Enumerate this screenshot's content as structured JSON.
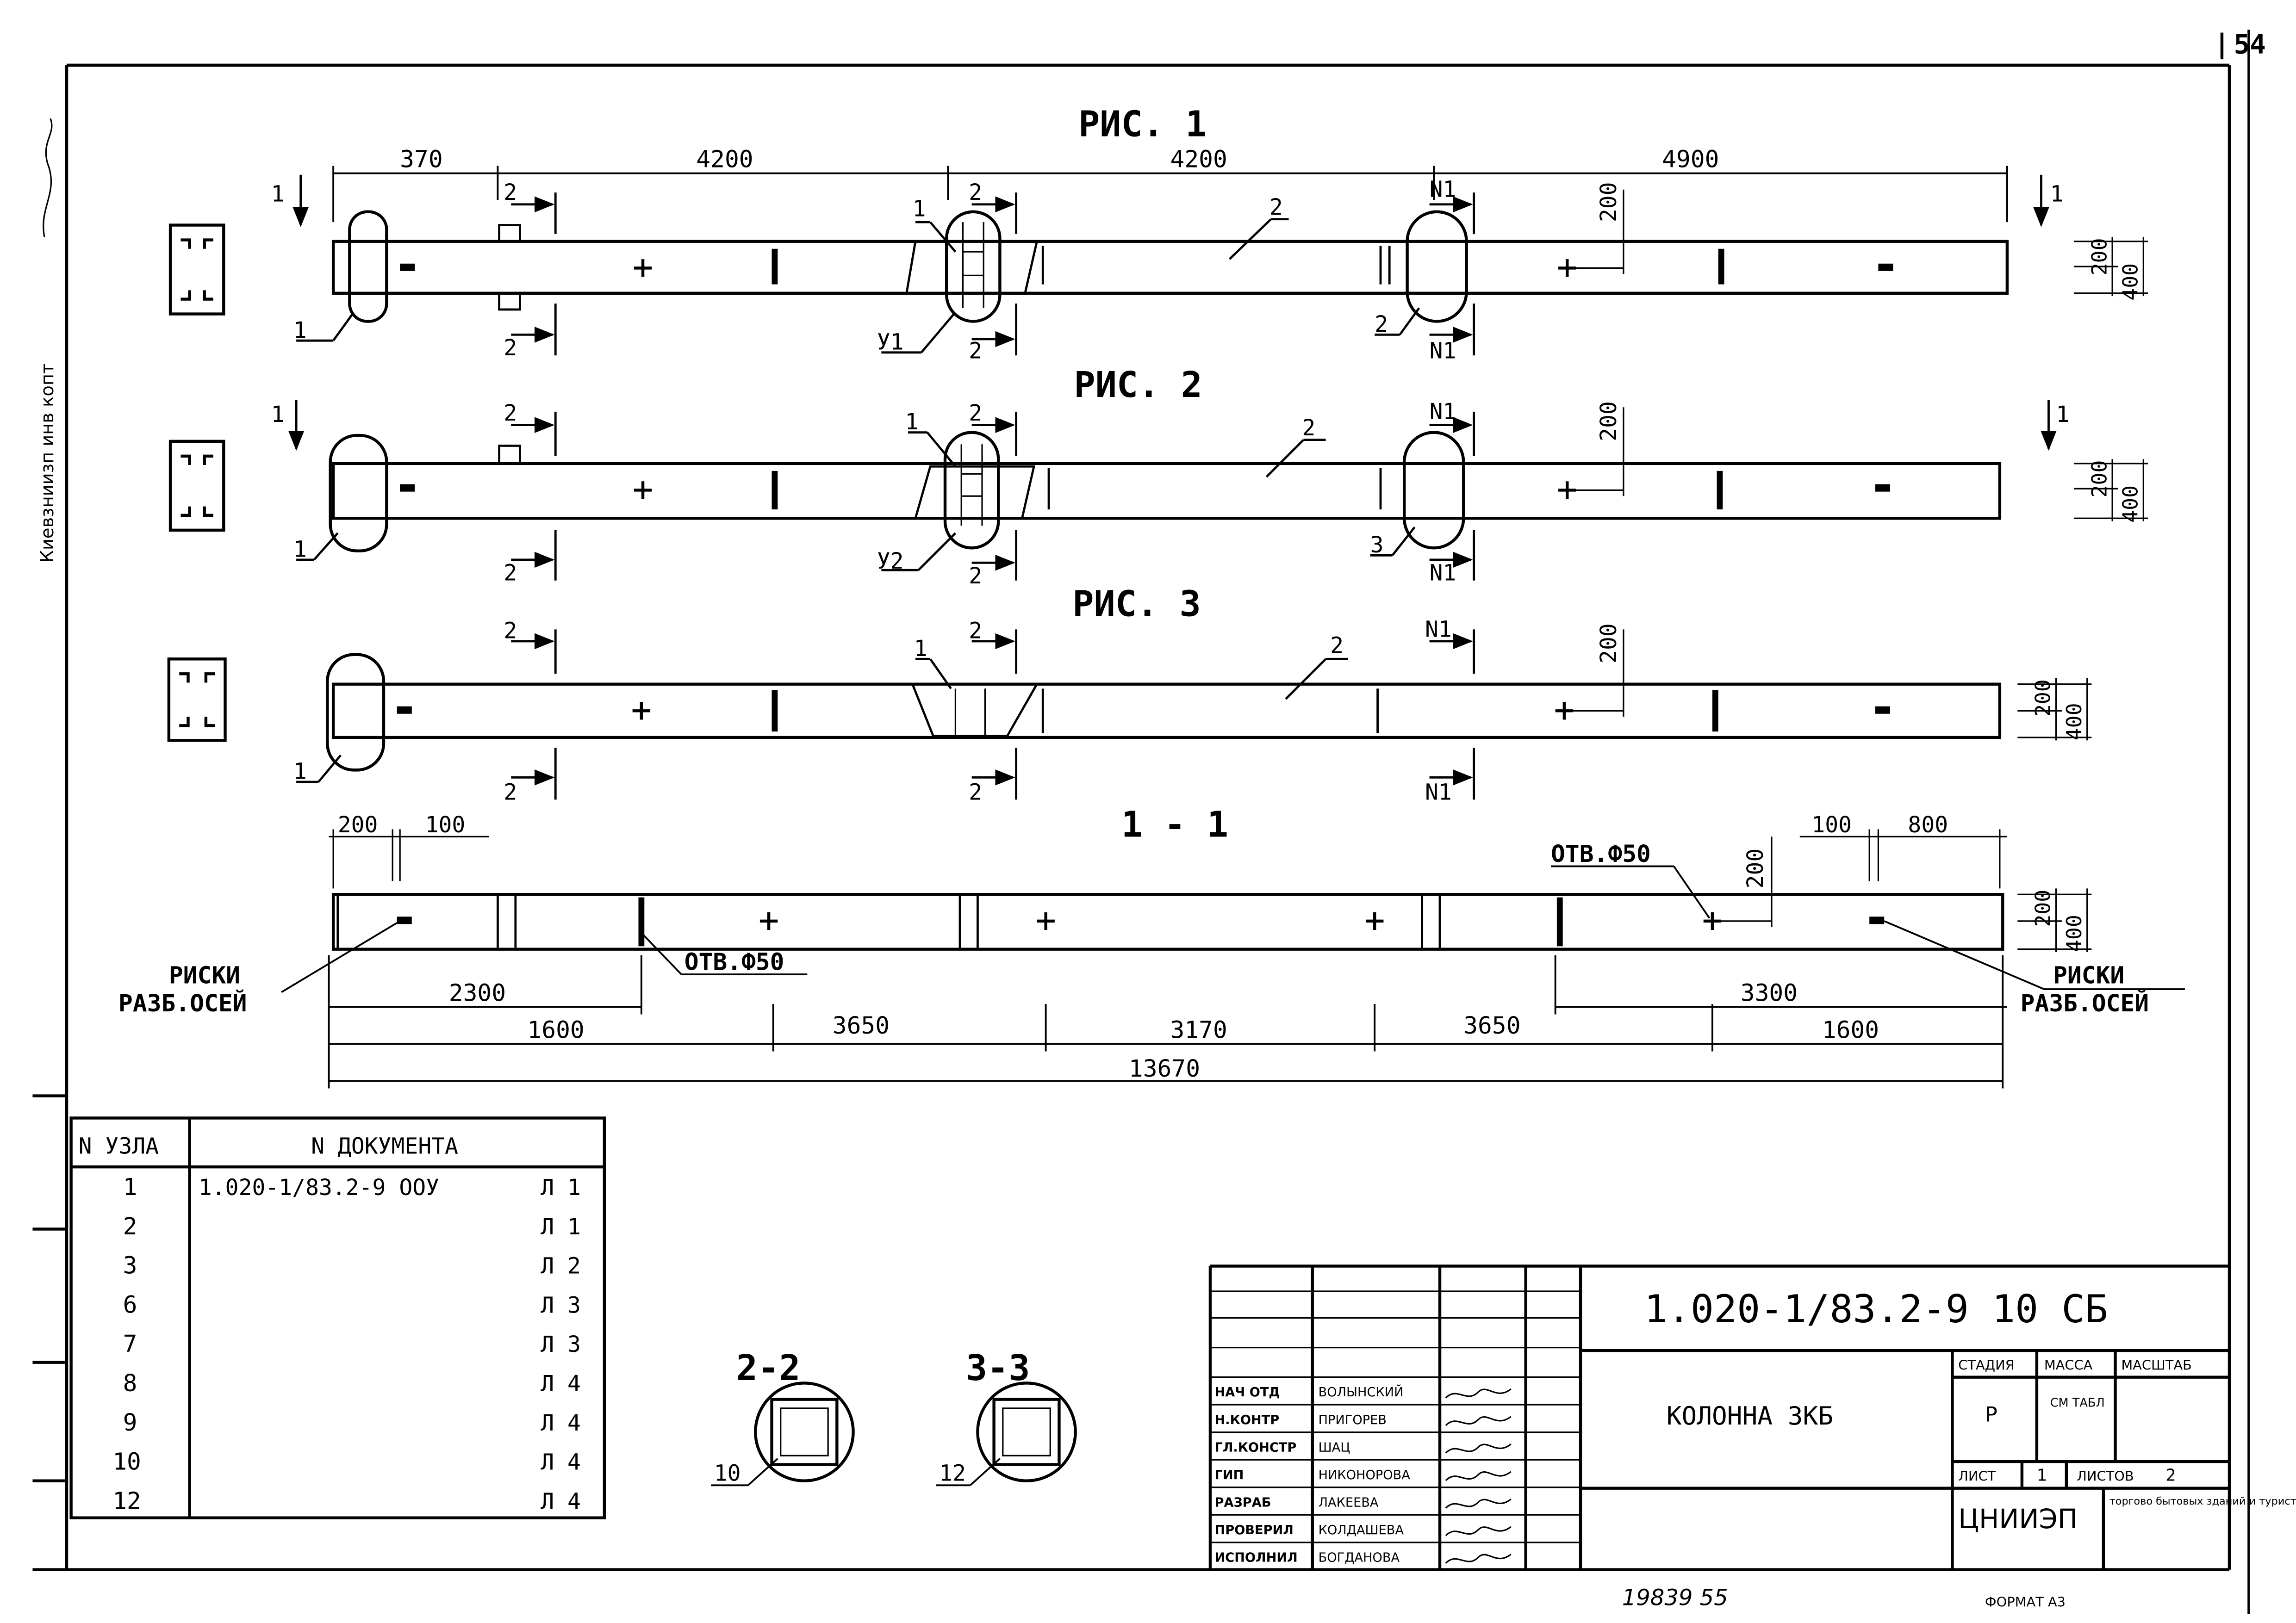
{
  "sheet": {
    "page_number": "54",
    "left_strip": "Киевзниизп  инв копт",
    "code": "1.020-1/83.2-9 10 СБ",
    "name": "КОЛОННА 3КБ",
    "stage_header": "СТАДИЯ",
    "mass_header": "МАССА",
    "scale_header": "МАСШТАБ",
    "stage": "Р",
    "mass": "СМ ТАБЛ",
    "sheet_label": "ЛИСТ",
    "sheet_no": "1",
    "sheets_label": "ЛИСТОВ",
    "sheets_total": "2",
    "org": "ЦНИИЭП",
    "org_desc": "торгово бытовых зданий и туристских комплексов",
    "format": "ФОРМАТ А3",
    "inventory": "19839 55"
  },
  "signatures": [
    {
      "role": "НАЧ ОТД",
      "name": "ВОЛЫНСКИЙ"
    },
    {
      "role": "Н.КОНТР",
      "name": "ПРИГОРЕВ"
    },
    {
      "role": "ГЛ.КОНСТР",
      "name": "ШАЦ"
    },
    {
      "role": "ГИП",
      "name": "НИКОНОРОВА"
    },
    {
      "role": "РАЗРАБ",
      "name": "ЛАКЕЕВА"
    },
    {
      "role": "ПРОВЕРИЛ",
      "name": "КОЛДАШЕВА"
    },
    {
      "role": "ИСПОЛНИЛ",
      "name": "БОГДАНОВА"
    }
  ],
  "figures": {
    "fig1": "РИС. 1",
    "fig2": "РИС. 2",
    "fig3": "РИС. 3",
    "section11": "1 - 1",
    "section22": "2-2",
    "section33": "3-3"
  },
  "dims": {
    "top": [
      "370",
      "4200",
      "4200",
      "4900"
    ],
    "v200": "200",
    "v400": "400",
    "s11_left": [
      "200",
      "100"
    ],
    "s11_right": [
      "100",
      "800"
    ],
    "d2300": "2300",
    "d3300": "3300",
    "bottom": [
      "1600",
      "3650",
      "3170",
      "3650",
      "1600"
    ],
    "total": "13670"
  },
  "labels": {
    "hole_left": "ОТВ.Ф50",
    "hole_right": "ОТВ.Ф50",
    "marks": "РИСКИ",
    "axes": "РАЗБ.ОСЕЙ",
    "u1": "У1",
    "u2": "У2",
    "n1": "N1",
    "n10": "10",
    "n12": "12",
    "one": "1",
    "two": "2",
    "three": "3"
  },
  "node_table": {
    "header_node": "N УЗЛА",
    "header_doc": "N ДОКУМЕНТА",
    "rows": [
      {
        "node": "1",
        "doc": "1.020-1/83.2-9 ООУ",
        "sheet": "Л 1"
      },
      {
        "node": "2",
        "doc": "",
        "sheet": "Л 1"
      },
      {
        "node": "3",
        "doc": "",
        "sheet": "Л 2"
      },
      {
        "node": "6",
        "doc": "",
        "sheet": "Л 3"
      },
      {
        "node": "7",
        "doc": "",
        "sheet": "Л 3"
      },
      {
        "node": "8",
        "doc": "",
        "sheet": "Л 4"
      },
      {
        "node": "9",
        "doc": "",
        "sheet": "Л 4"
      },
      {
        "node": "10",
        "doc": "",
        "sheet": "Л 4"
      },
      {
        "node": "12",
        "doc": "",
        "sheet": "Л 4"
      }
    ]
  }
}
